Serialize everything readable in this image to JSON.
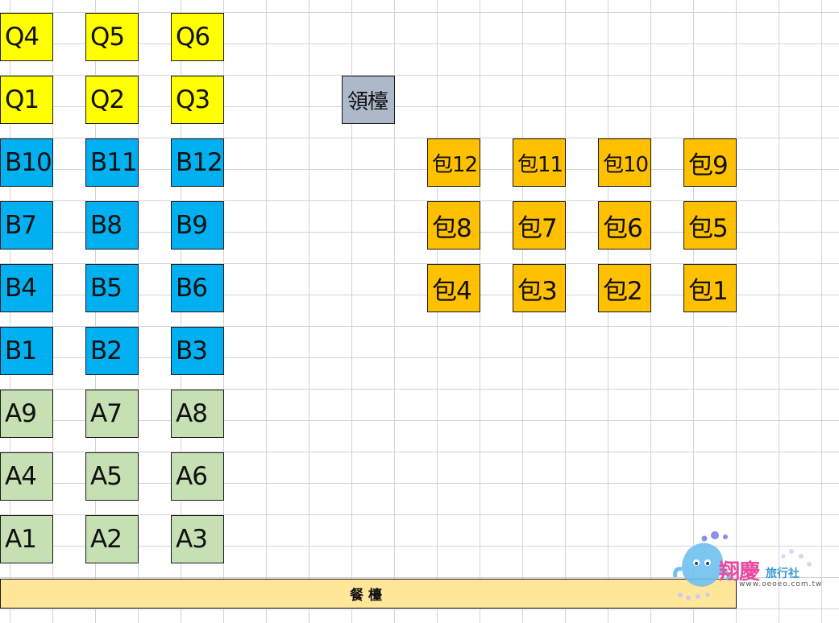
{
  "seats": {
    "q": [
      "Q4",
      "Q5",
      "Q6",
      "Q1",
      "Q2",
      "Q3"
    ],
    "b": [
      "B10",
      "B11",
      "B12",
      "B7",
      "B8",
      "B9",
      "B4",
      "B5",
      "B6",
      "B1",
      "B2",
      "B3"
    ],
    "a": [
      "A9",
      "A7",
      "A8",
      "A4",
      "A5",
      "A6",
      "A1",
      "A2",
      "A3"
    ]
  },
  "reception": "領檯",
  "booths": [
    "包12",
    "包11",
    "包10",
    "包9",
    "包8",
    "包7",
    "包6",
    "包5",
    "包4",
    "包3",
    "包2",
    "包1"
  ],
  "dining_counter": "餐檯",
  "logo": {
    "brand": "翔慶",
    "sub": "旅行社",
    "url": "www.oeoeo.com.tw"
  },
  "colors": {
    "q_rows": "#ffff00",
    "b_rows": "#00b0f0",
    "a_rows": "#c6e0b4",
    "booths": "#ffc000",
    "reception": "#adb9ca",
    "counter": "#ffe699"
  }
}
